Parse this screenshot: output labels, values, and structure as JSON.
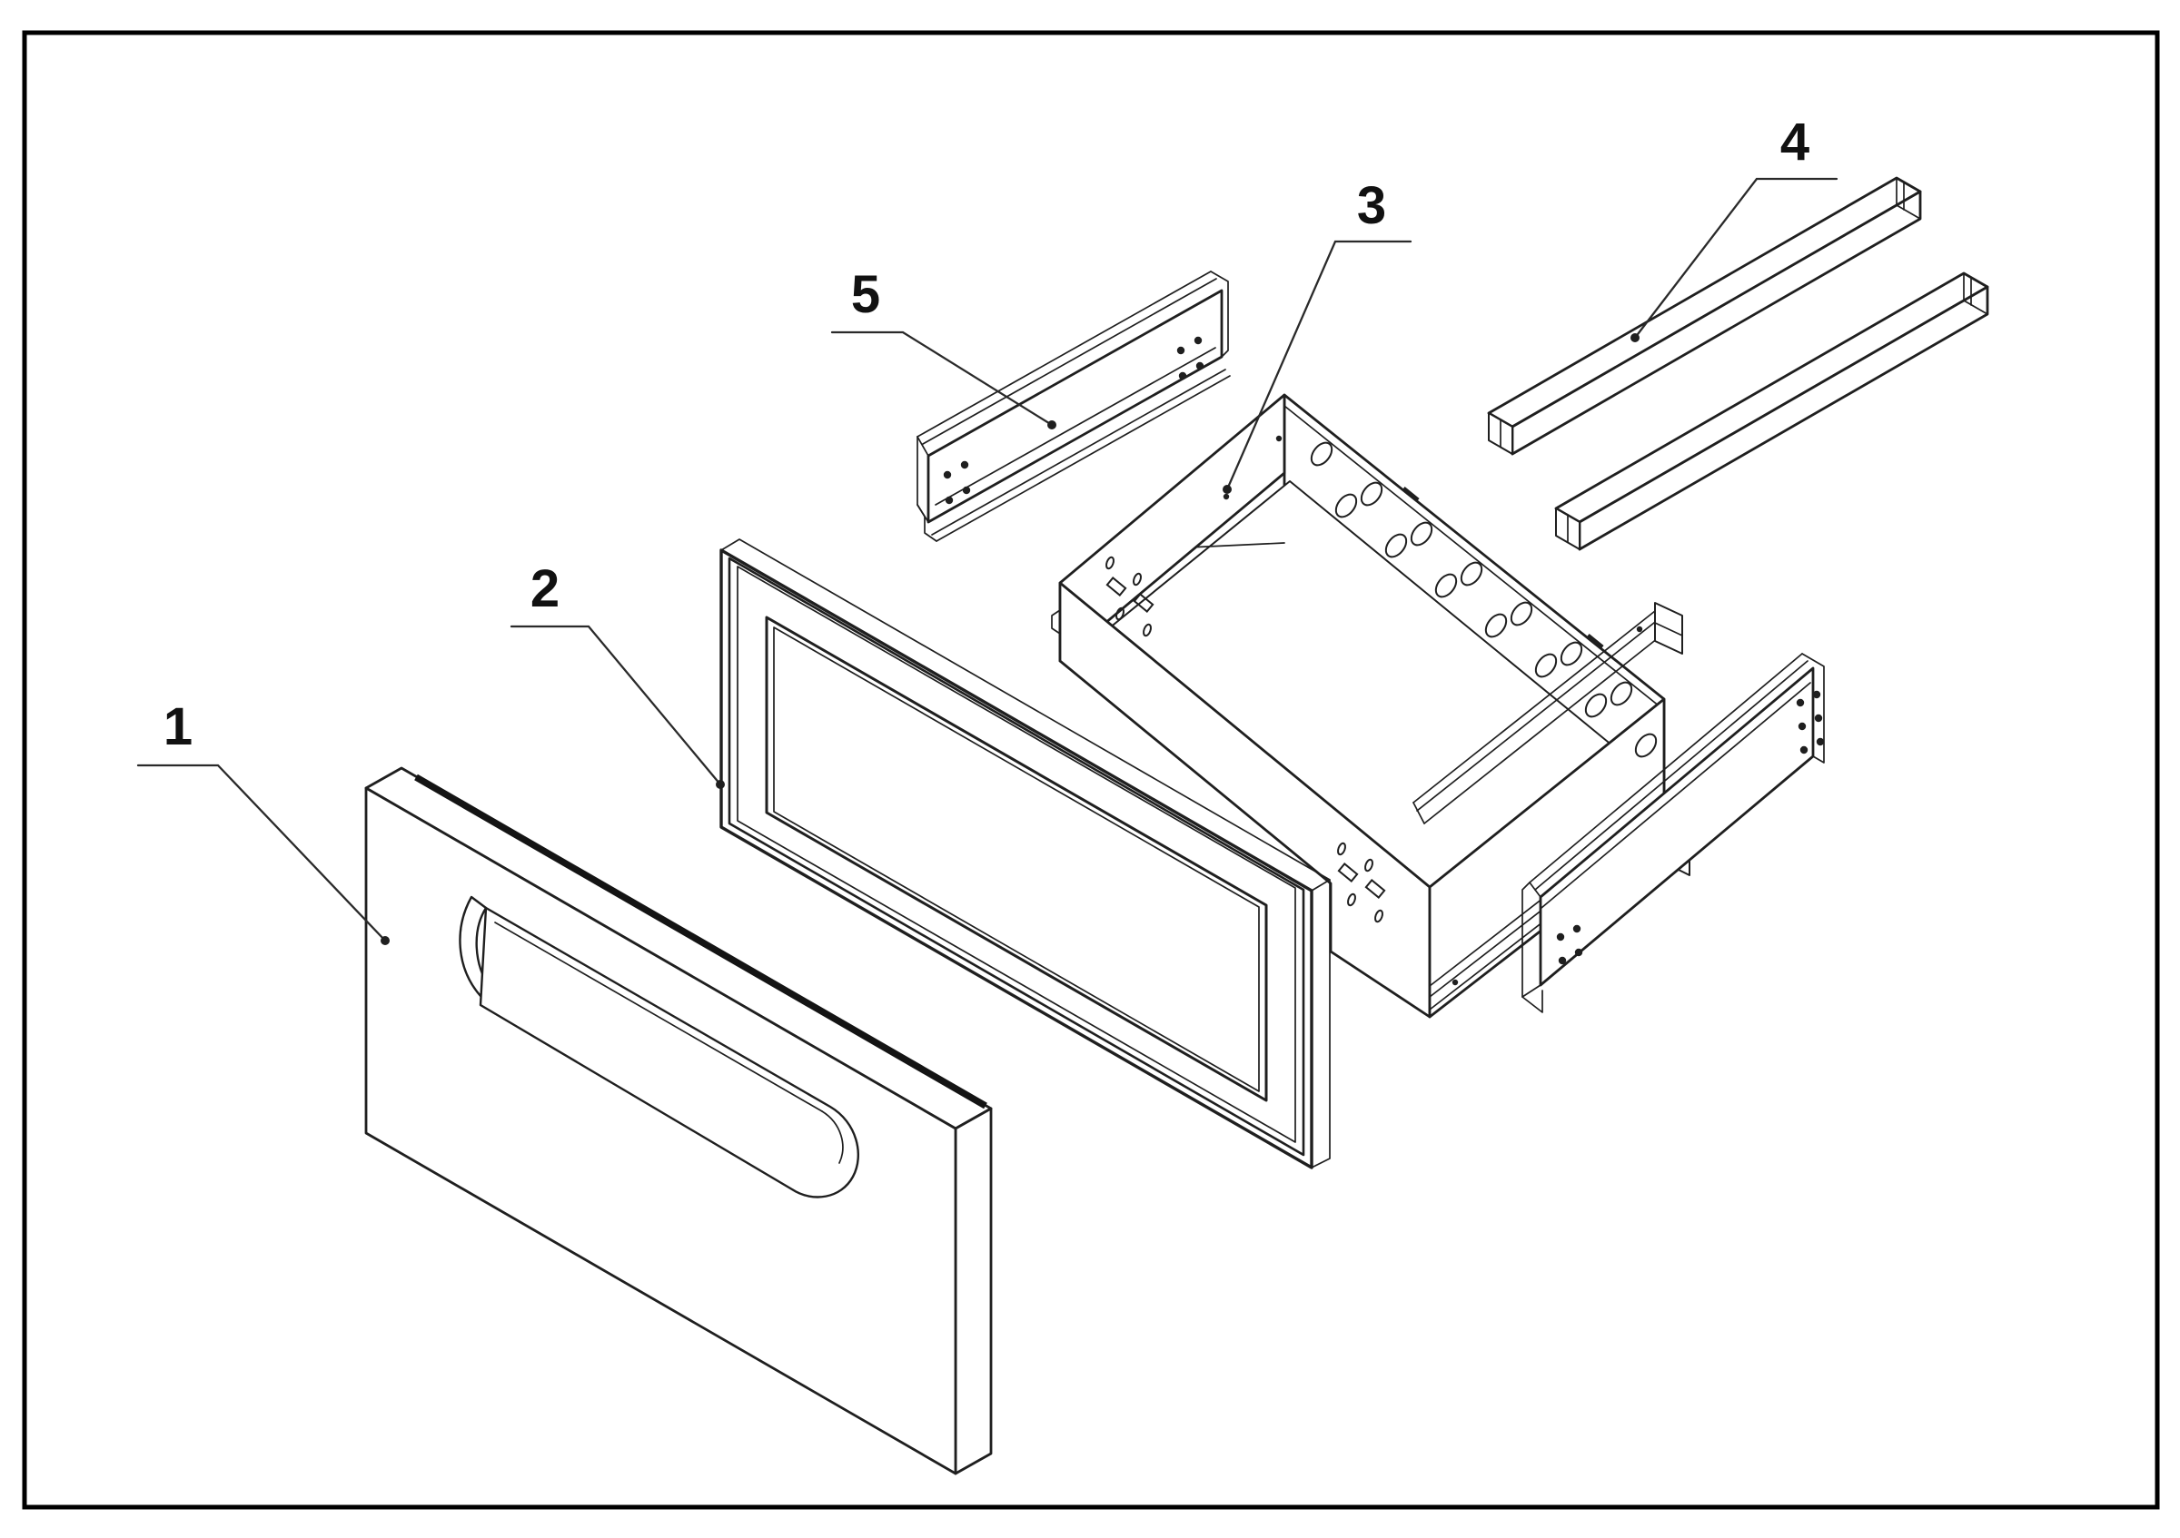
{
  "figure": {
    "background_color": "#ffffff",
    "line_color": "#1f1f1f",
    "part_labels": [
      {
        "text": "1"
      },
      {
        "text": "2"
      },
      {
        "text": "3"
      },
      {
        "text": "4"
      },
      {
        "text": "5"
      }
    ]
  }
}
